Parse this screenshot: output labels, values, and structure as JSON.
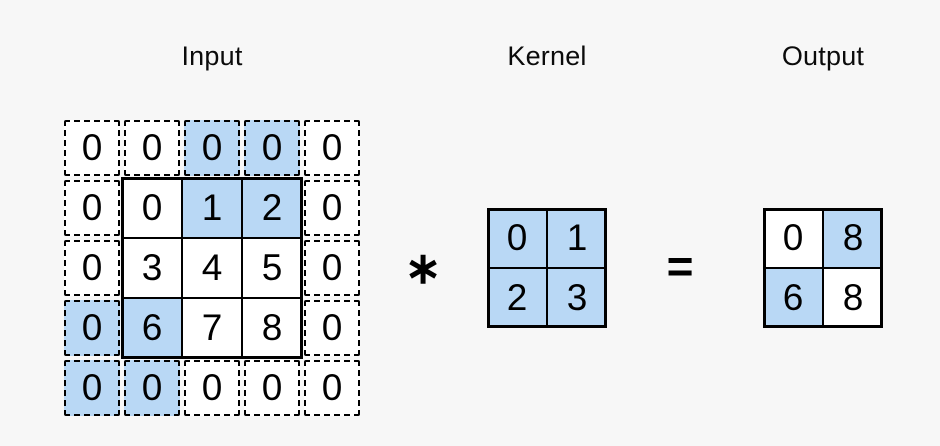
{
  "colors": {
    "background": "#f7f7f7",
    "cell_fill": "#ffffff",
    "highlight": "#b9d8f5",
    "line": "#000000"
  },
  "input": {
    "title": "Input",
    "grid": [
      [
        {
          "v": "0",
          "pad": true
        },
        {
          "v": "0",
          "pad": true
        },
        {
          "v": "0",
          "pad": true,
          "hl": true
        },
        {
          "v": "0",
          "pad": true,
          "hl": true
        },
        {
          "v": "0",
          "pad": true
        }
      ],
      [
        {
          "v": "0",
          "pad": true
        },
        {
          "v": "0"
        },
        {
          "v": "1",
          "hl": true
        },
        {
          "v": "2",
          "hl": true
        },
        {
          "v": "0",
          "pad": true
        }
      ],
      [
        {
          "v": "0",
          "pad": true
        },
        {
          "v": "3"
        },
        {
          "v": "4"
        },
        {
          "v": "5"
        },
        {
          "v": "0",
          "pad": true
        }
      ],
      [
        {
          "v": "0",
          "pad": true,
          "hl": true
        },
        {
          "v": "6",
          "hl": true
        },
        {
          "v": "7"
        },
        {
          "v": "8"
        },
        {
          "v": "0",
          "pad": true
        }
      ],
      [
        {
          "v": "0",
          "pad": true,
          "hl": true
        },
        {
          "v": "0",
          "pad": true,
          "hl": true
        },
        {
          "v": "0",
          "pad": true
        },
        {
          "v": "0",
          "pad": true
        },
        {
          "v": "0",
          "pad": true
        }
      ]
    ]
  },
  "kernel": {
    "title": "Kernel",
    "grid": [
      [
        {
          "v": "0",
          "hl": true
        },
        {
          "v": "1",
          "hl": true
        }
      ],
      [
        {
          "v": "2",
          "hl": true
        },
        {
          "v": "3",
          "hl": true
        }
      ]
    ]
  },
  "output": {
    "title": "Output",
    "grid": [
      [
        {
          "v": "0"
        },
        {
          "v": "8",
          "hl": true
        }
      ],
      [
        {
          "v": "6",
          "hl": true
        },
        {
          "v": "8"
        }
      ]
    ]
  },
  "operators": {
    "multiply": "∗",
    "equals": "="
  }
}
